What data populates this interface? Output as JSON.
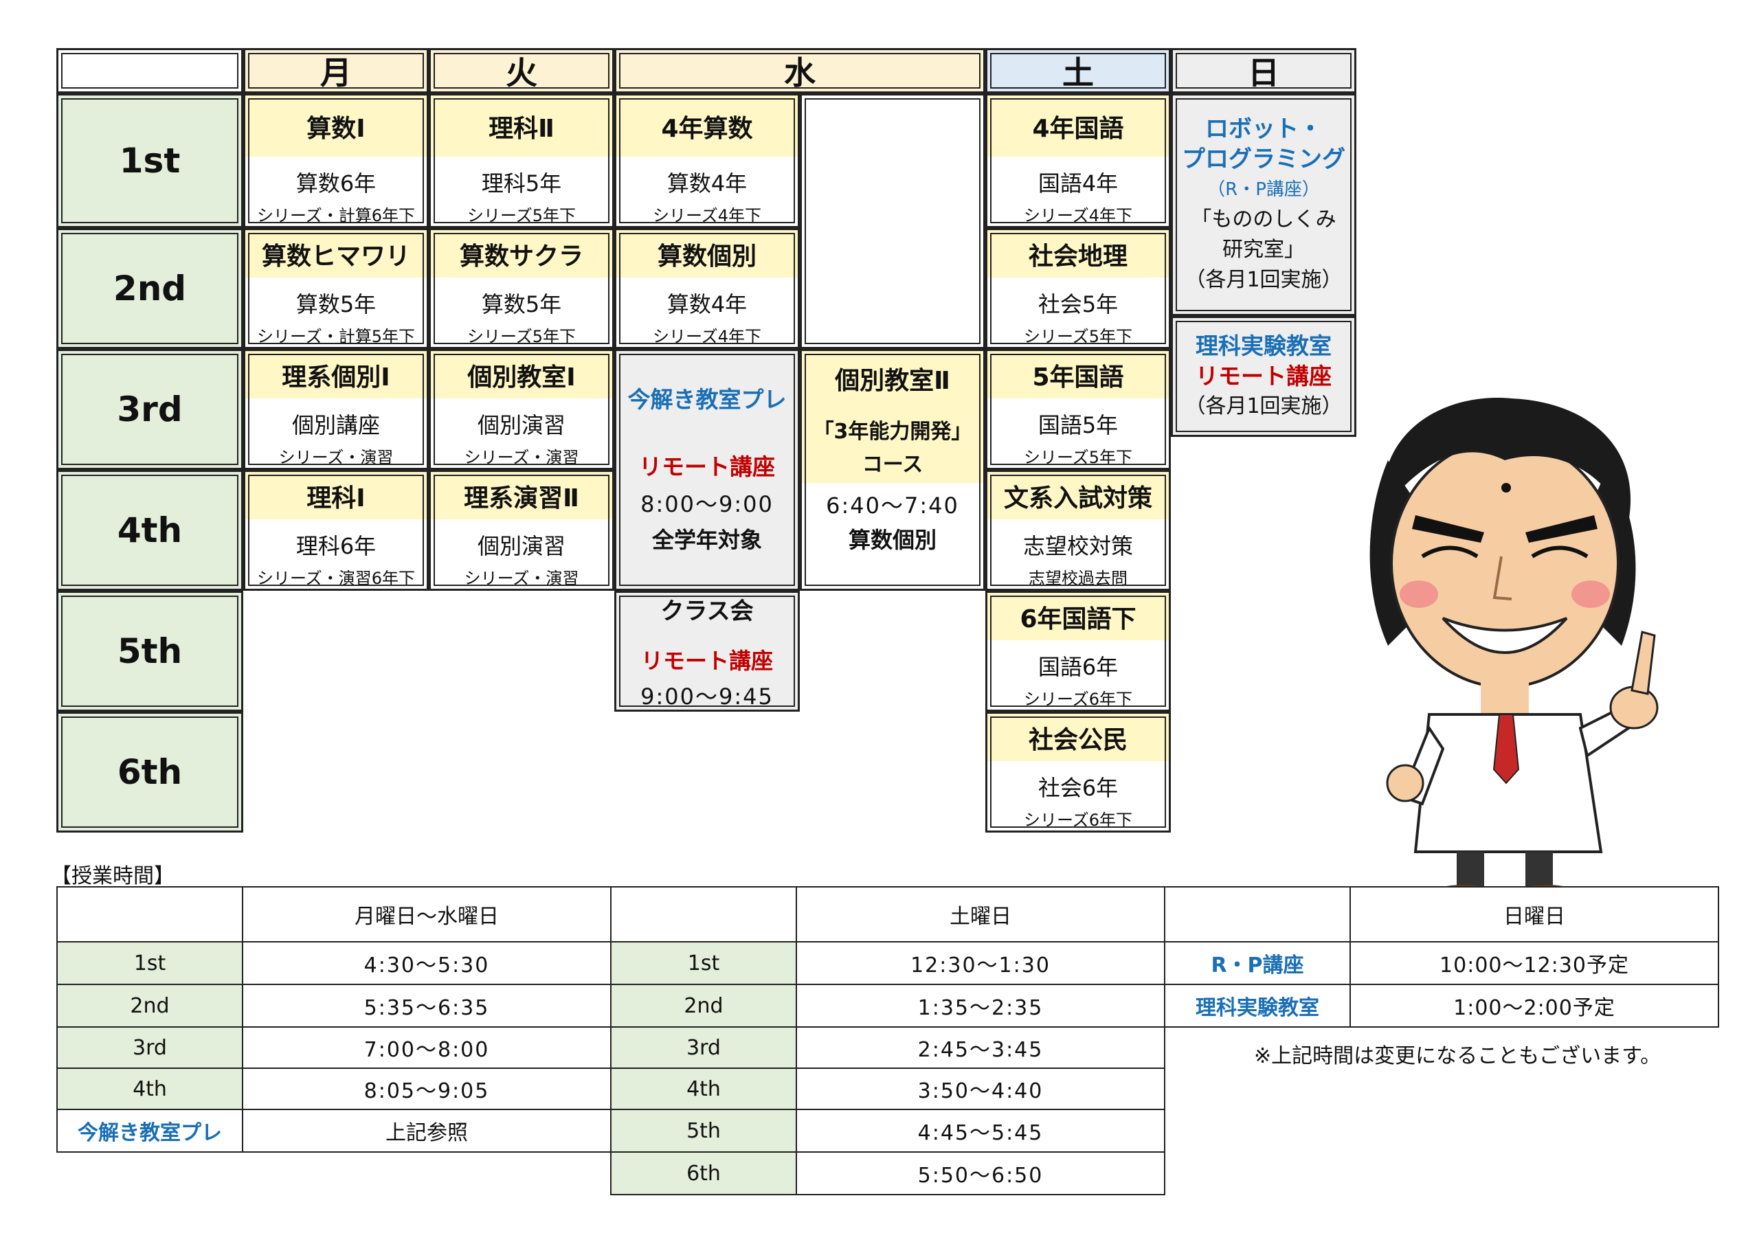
{
  "days": {
    "mon": "月",
    "tue": "火",
    "wed": "水",
    "sat": "土",
    "sun": "日"
  },
  "periods": [
    "1st",
    "2nd",
    "3rd",
    "4th",
    "5th",
    "6th"
  ],
  "mon": [
    {
      "title": "算数Ⅰ",
      "main": "算数6年",
      "sub": "シリーズ・計算6年下"
    },
    {
      "title": "算数ヒマワリ",
      "main": "算数5年",
      "sub": "シリーズ・計算5年下"
    },
    {
      "title": "理系個別Ⅰ",
      "main": "個別講座",
      "sub": "シリーズ・演習"
    },
    {
      "title": "理科Ⅰ",
      "main": "理科6年",
      "sub": "シリーズ・演習6年下"
    }
  ],
  "tue": [
    {
      "title": "理科Ⅱ",
      "main": "理科5年",
      "sub": "シリーズ5年下"
    },
    {
      "title": "算数サクラ",
      "main": "算数5年",
      "sub": "シリーズ5年下"
    },
    {
      "title": "個別教室Ⅰ",
      "main": "個別演習",
      "sub": "シリーズ・演習"
    },
    {
      "title": "理系演習Ⅱ",
      "main": "個別演習",
      "sub": "シリーズ・演習"
    }
  ],
  "wed": [
    {
      "title": "4年算数",
      "main": "算数4年",
      "sub": "シリーズ4年下"
    },
    {
      "title": "算数個別",
      "main": "算数4年",
      "sub": "シリーズ4年下"
    }
  ],
  "wed_pre": {
    "title": "今解き教室プレ",
    "remote": "リモート講座",
    "time": "8:00〜9:00",
    "target": "全学年対象"
  },
  "wed_kobetsu": {
    "title": "個別教室Ⅱ",
    "course1": "「3年能力開発」",
    "course2": "コース",
    "time": "6:40〜7:40",
    "sub": "算数個別"
  },
  "wed_class": {
    "title": "クラス会",
    "remote": "リモート講座",
    "time": "9:00〜9:45"
  },
  "sat": [
    {
      "title": "4年国語",
      "main": "国語4年",
      "sub": "シリーズ4年下"
    },
    {
      "title": "社会地理",
      "main": "社会5年",
      "sub": "シリーズ5年下"
    },
    {
      "title": "5年国語",
      "main": "国語5年",
      "sub": "シリーズ5年下"
    },
    {
      "title": "文系入試対策",
      "main": "志望校対策",
      "sub": "志望校過去問"
    },
    {
      "title": "6年国語下",
      "main": "国語6年",
      "sub": "シリーズ6年下"
    },
    {
      "title": "社会公民",
      "main": "社会6年",
      "sub": "シリーズ6年下"
    }
  ],
  "sun_robot": {
    "l1": "ロボット・",
    "l2": "プログラミング",
    "l3": "（R・P講座）",
    "l4": "「もののしくみ",
    "l5": "研究室」",
    "l6": "（各月1回実施）"
  },
  "sun_lab": {
    "l1": "理科実験教室",
    "l2": "リモート講座",
    "l3": "（各月1回実施）"
  },
  "times": {
    "heading": "【授業時間】",
    "weekday_header": "月曜日〜水曜日",
    "sat_header": "土曜日",
    "sun_header": "日曜日",
    "weekday": [
      {
        "p": "1st",
        "t": "4:30〜5:30"
      },
      {
        "p": "2nd",
        "t": "5:35〜6:35"
      },
      {
        "p": "3rd",
        "t": "7:00〜8:00"
      },
      {
        "p": "4th",
        "t": "8:05〜9:05"
      },
      {
        "p": "今解き教室プレ",
        "t": "上記参照"
      }
    ],
    "sat": [
      {
        "p": "1st",
        "t": "12:30〜1:30"
      },
      {
        "p": "2nd",
        "t": "1:35〜2:35"
      },
      {
        "p": "3rd",
        "t": "2:45〜3:45"
      },
      {
        "p": "4th",
        "t": "3:50〜4:40"
      },
      {
        "p": "5th",
        "t": "4:45〜5:45"
      },
      {
        "p": "6th",
        "t": "5:50〜6:50"
      }
    ],
    "sun": [
      {
        "p": "R・P講座",
        "t": "10:00〜12:30予定"
      },
      {
        "p": "理科実験教室",
        "t": "1:00〜2:00予定"
      }
    ],
    "note": "※上記時間は変更になることもございます。"
  }
}
